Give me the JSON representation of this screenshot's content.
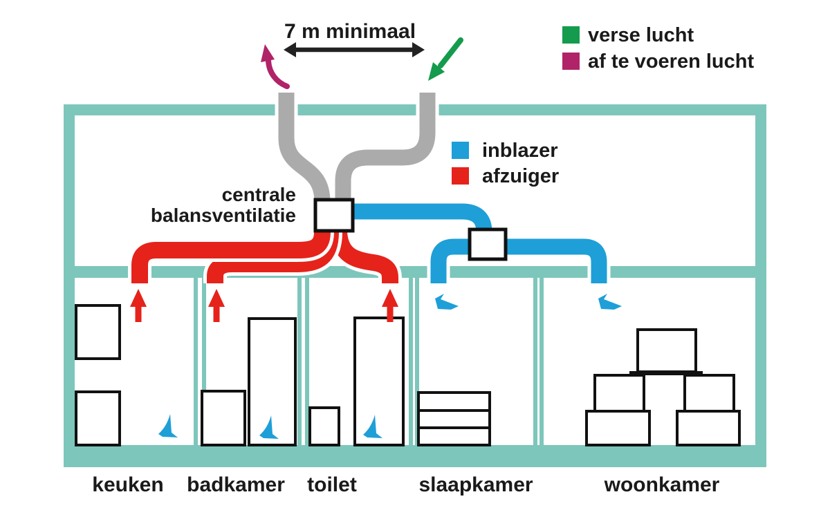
{
  "colors": {
    "teal": "#7DC6BB",
    "gray": "#ABABAB",
    "red": "#E5231B",
    "blue": "#1E9FD8",
    "green": "#149B4D",
    "magenta": "#B02368",
    "ink": "#1A1A1A"
  },
  "annotations": {
    "distance_label": "7 m minimaal",
    "unit_label_line1": "centrale",
    "unit_label_line2": "balansventilatie"
  },
  "legend_air": {
    "fresh_label": "verse lucht",
    "exhaust_label": "af te voeren lucht"
  },
  "legend_devices": {
    "supply_label": "inblazer",
    "extract_label": "afzuiger"
  },
  "rooms": [
    {
      "label": "keuken"
    },
    {
      "label": "badkamer"
    },
    {
      "label": "toilet"
    },
    {
      "label": "slaapkamer"
    },
    {
      "label": "woonkamer"
    }
  ]
}
